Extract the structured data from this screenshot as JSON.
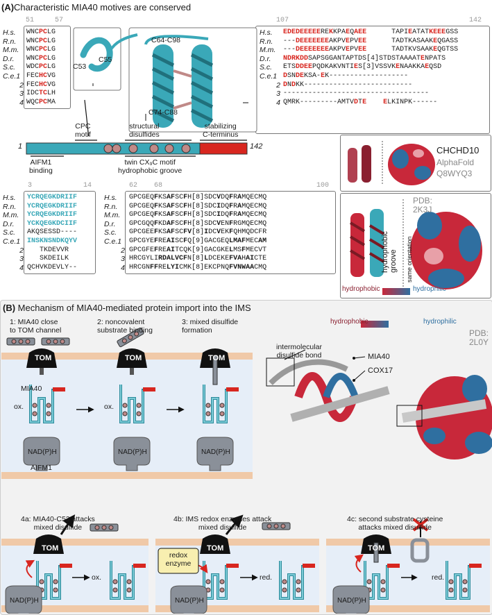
{
  "panelA": {
    "title_letter": "(A)",
    "title": "Characteristic MIA40 motives are conserved",
    "cpc": {
      "start": "51",
      "end": "57",
      "species": [
        "H.s.",
        "R.n.",
        "M.m.",
        "D.r.",
        "S.c.",
        "C.e.1",
        "2",
        "3",
        "4"
      ],
      "seqs": [
        [
          {
            "t": "WNC"
          },
          {
            "t": "PC",
            "c": "r"
          },
          {
            "t": "LG"
          }
        ],
        [
          {
            "t": "WNC"
          },
          {
            "t": "PC",
            "c": "r"
          },
          {
            "t": "LG"
          }
        ],
        [
          {
            "t": "WNC"
          },
          {
            "t": "PC",
            "c": "r"
          },
          {
            "t": "LG"
          }
        ],
        [
          {
            "t": "WNC"
          },
          {
            "t": "PC",
            "c": "r"
          },
          {
            "t": "LG"
          }
        ],
        [
          {
            "t": "WDC"
          },
          {
            "t": "PC",
            "c": "r"
          },
          {
            "t": "LG"
          }
        ],
        [
          {
            "t": "FEC"
          },
          {
            "t": "HC",
            "c": "r"
          },
          {
            "t": "VG"
          }
        ],
        [
          {
            "t": "FEC"
          },
          {
            "t": "HC",
            "c": "r"
          },
          {
            "t": "VG"
          }
        ],
        [
          {
            "t": "IDC"
          },
          {
            "t": "TC",
            "c": "r"
          },
          {
            "t": "LH"
          }
        ],
        [
          {
            "t": "WQC"
          },
          {
            "t": "PC",
            "c": "r"
          },
          {
            "t": "MA"
          }
        ]
      ]
    },
    "struct_labels": {
      "c53": "C53",
      "c55": "C55",
      "c64": "C64-C98",
      "c74": "C74-C88"
    },
    "domain_labels": {
      "cpc": "CPC\nmotif",
      "sd": "structural\ndisulfides",
      "ct": "stabilizing\nC-terminus",
      "aifm": "AIFM1\nbinding",
      "twin": "twin CX₉C motif\nhydrophobic groove",
      "start": "1",
      "end": "142"
    },
    "cterm": {
      "start": "107",
      "end": "142",
      "species": [
        "H.s.",
        "R.n.",
        "M.m.",
        "D.r.",
        "S.c.",
        "C.e.1",
        "2",
        "3",
        "4"
      ],
      "seqs": [
        [
          {
            "t": "EDEDEEEEE",
            "c": "r"
          },
          {
            "t": "RE"
          },
          {
            "t": "K",
            "c": "r"
          },
          {
            "t": "KPA"
          },
          {
            "t": "E",
            "c": "r"
          },
          {
            "t": "Q"
          },
          {
            "t": "AEE",
            "c": "r"
          },
          {
            "t": "      TAPI"
          },
          {
            "t": "E",
            "c": "r"
          },
          {
            "t": "ATAT"
          },
          {
            "t": "K",
            "c": "r"
          },
          {
            "t": "EEE",
            "c": "r"
          },
          {
            "t": "GSS"
          }
        ],
        [
          {
            "t": "---"
          },
          {
            "t": "DEEEEEEE",
            "c": "r"
          },
          {
            "t": "AKPV"
          },
          {
            "t": "E",
            "c": "r"
          },
          {
            "t": "PV"
          },
          {
            "t": "EE",
            "c": "r"
          },
          {
            "t": "      TADTKASAAK"
          },
          {
            "t": "E",
            "c": "r"
          },
          {
            "t": "QGASS"
          }
        ],
        [
          {
            "t": "---"
          },
          {
            "t": "DEEEEEEE",
            "c": "r"
          },
          {
            "t": "AKPV"
          },
          {
            "t": "E",
            "c": "r"
          },
          {
            "t": "PV"
          },
          {
            "t": "EE",
            "c": "r"
          },
          {
            "t": "      TADTKVSAAK"
          },
          {
            "t": "E",
            "c": "r"
          },
          {
            "t": "QGTSS"
          }
        ],
        [
          {
            "t": "NDRKDD",
            "c": "r"
          },
          {
            "t": "SAPSGGANTAPTDS[4]STDSTAAAAT"
          },
          {
            "t": "E",
            "c": "r"
          },
          {
            "t": "NPATS"
          }
        ],
        [
          {
            "t": "ETS"
          },
          {
            "t": "DDEE",
            "c": "r"
          },
          {
            "t": "PQDKAKVNTI"
          },
          {
            "t": "E",
            "c": "r"
          },
          {
            "t": "S[3]VSSVK"
          },
          {
            "t": "E",
            "c": "r"
          },
          {
            "t": "NAAKKA"
          },
          {
            "t": "E",
            "c": "r"
          },
          {
            "t": "QSD"
          }
        ],
        [
          {
            "t": "D",
            "c": "r"
          },
          {
            "t": "SN"
          },
          {
            "t": "DE",
            "c": "r"
          },
          {
            "t": "KSA-"
          },
          {
            "t": "E",
            "c": "r"
          },
          {
            "t": "K-------------------"
          }
        ],
        [
          {
            "t": "D",
            "c": "r"
          },
          {
            "t": "N"
          },
          {
            "t": "D",
            "c": "r"
          },
          {
            "t": "KK--------------------------"
          }
        ],
        [
          {
            "t": "-----------------------------------"
          }
        ],
        [
          {
            "t": "QMRK---------AMTV"
          },
          {
            "t": "D",
            "c": "r"
          },
          {
            "t": "T"
          },
          {
            "t": "E",
            "c": "r"
          },
          {
            "t": "    "
          },
          {
            "t": "E",
            "c": "r"
          },
          {
            "t": "LKINPK------"
          }
        ]
      ]
    },
    "chchd10": {
      "name": "CHCHD10",
      "src": "AlphaFold",
      "id": "Q8WYQ3"
    },
    "aifm": {
      "start": "3",
      "end": "14",
      "species": [
        "H.s.",
        "R.n.",
        "M.m.",
        "D.r.",
        "S.c.",
        "C.e.1",
        "2",
        "3",
        "4"
      ],
      "seqs": [
        [
          {
            "t": "YCRQEGKDRIIF",
            "c": "c"
          }
        ],
        [
          {
            "t": "YCRQEGKDRIIF",
            "c": "c"
          }
        ],
        [
          {
            "t": "YCRQEGKDRIIF",
            "c": "c"
          }
        ],
        [
          {
            "t": "YCKQEGKDCIIF",
            "c": "c"
          }
        ],
        [
          {
            "t": "AKQSESSD----"
          }
        ],
        [
          {
            "t": "INSKNSNDKQYV",
            "c": "c"
          }
        ],
        [
          {
            "t": "   TKDEVVR"
          }
        ],
        [
          {
            "t": "   SKDEILK"
          }
        ],
        [
          {
            "t": "QCHVKDEVLY--"
          }
        ]
      ]
    },
    "twin": {
      "start": "62",
      "mid": "68",
      "end": "100",
      "species": [
        "H.s.",
        "R.n.",
        "M.m.",
        "D.r.",
        "S.c.",
        "C.e.1",
        "2",
        "3",
        "4"
      ],
      "seqs": [
        [
          {
            "t": "GPCGEQ"
          },
          {
            "t": "F",
            "c": "b"
          },
          {
            "t": "KS"
          },
          {
            "t": "AF",
            "c": "b"
          },
          {
            "t": "SC"
          },
          {
            "t": "F",
            "c": "b"
          },
          {
            "t": "H[8]SDC"
          },
          {
            "t": "V",
            "c": "b"
          },
          {
            "t": "DQ"
          },
          {
            "t": "F",
            "c": "b"
          },
          {
            "t": "R"
          },
          {
            "t": "A",
            "c": "b"
          },
          {
            "t": "MQECMQ"
          }
        ],
        [
          {
            "t": "GPCGEQ"
          },
          {
            "t": "F",
            "c": "b"
          },
          {
            "t": "KS"
          },
          {
            "t": "AF",
            "c": "b"
          },
          {
            "t": "SC"
          },
          {
            "t": "F",
            "c": "b"
          },
          {
            "t": "H[8]SDC"
          },
          {
            "t": "I",
            "c": "b"
          },
          {
            "t": "DQ"
          },
          {
            "t": "F",
            "c": "b"
          },
          {
            "t": "R"
          },
          {
            "t": "A",
            "c": "b"
          },
          {
            "t": "MQECMQ"
          }
        ],
        [
          {
            "t": "GPCGEQ"
          },
          {
            "t": "F",
            "c": "b"
          },
          {
            "t": "KS"
          },
          {
            "t": "AF",
            "c": "b"
          },
          {
            "t": "SC"
          },
          {
            "t": "F",
            "c": "b"
          },
          {
            "t": "H[8]SDC"
          },
          {
            "t": "I",
            "c": "b"
          },
          {
            "t": "DQ"
          },
          {
            "t": "F",
            "c": "b"
          },
          {
            "t": "R"
          },
          {
            "t": "A",
            "c": "b"
          },
          {
            "t": "MQECMQ"
          }
        ],
        [
          {
            "t": "GPCGQQ"
          },
          {
            "t": "F",
            "c": "b"
          },
          {
            "t": "KD"
          },
          {
            "t": "AF",
            "c": "b"
          },
          {
            "t": "SC"
          },
          {
            "t": "F",
            "c": "b"
          },
          {
            "t": "H[8]SDC"
          },
          {
            "t": "V",
            "c": "b"
          },
          {
            "t": "EN"
          },
          {
            "t": "F",
            "c": "b"
          },
          {
            "t": "RGMQECMQ"
          }
        ],
        [
          {
            "t": "GPCGEE"
          },
          {
            "t": "F",
            "c": "b"
          },
          {
            "t": "KS"
          },
          {
            "t": "AF",
            "c": "b"
          },
          {
            "t": "SC"
          },
          {
            "t": "FV",
            "c": "b"
          },
          {
            "t": "[8]"
          },
          {
            "t": "I",
            "c": "b"
          },
          {
            "t": "DC"
          },
          {
            "t": "V",
            "c": "b"
          },
          {
            "t": "EK"
          },
          {
            "t": "F",
            "c": "b"
          },
          {
            "t": "QHMQDCFR"
          }
        ],
        [
          {
            "t": "GPCGYE"
          },
          {
            "t": "F",
            "c": "b"
          },
          {
            "t": "RE"
          },
          {
            "t": "AI",
            "c": "b"
          },
          {
            "t": "SC"
          },
          {
            "t": "F",
            "c": "b"
          },
          {
            "t": "Q[9]GACGEQ"
          },
          {
            "t": "LMAF",
            "c": "b"
          },
          {
            "t": "MEC"
          },
          {
            "t": "AM",
            "c": "b"
          }
        ],
        [
          {
            "t": "GPCGFE"
          },
          {
            "t": "F",
            "c": "b"
          },
          {
            "t": "RE"
          },
          {
            "t": "AI",
            "c": "b"
          },
          {
            "t": "TCQK[9]GACGKE"
          },
          {
            "t": "L",
            "c": "b"
          },
          {
            "t": "MS"
          },
          {
            "t": "F",
            "c": "b"
          },
          {
            "t": "MECVT"
          }
        ],
        [
          {
            "t": "HRCGYLI"
          },
          {
            "t": "RD",
            "c": "b"
          },
          {
            "t": "ALVCF",
            "c": "b"
          },
          {
            "t": "N[8]"
          },
          {
            "t": "L",
            "c": "b"
          },
          {
            "t": "DCEKE"
          },
          {
            "t": "FVA",
            "c": "b"
          },
          {
            "t": "H"
          },
          {
            "t": "AI",
            "c": "b"
          },
          {
            "t": "CTE"
          }
        ],
        [
          {
            "t": "HRCGN"
          },
          {
            "t": "FF",
            "c": "b"
          },
          {
            "t": "RE"
          },
          {
            "t": "LYI",
            "c": "b"
          },
          {
            "t": "CMK[8]EKCPNQ"
          },
          {
            "t": "FVNWAA",
            "c": "b"
          },
          {
            "t": "CMQ"
          }
        ]
      ]
    },
    "groove": {
      "groove": "hydrophobic\ngroove",
      "orient": "same orientation",
      "pdb": "PDB:\n2K3J",
      "scale_left": "hydrophobic",
      "scale_right": "hydrophilic"
    }
  },
  "panelB": {
    "title_letter": "(B)",
    "title": "Mechanism of MIA40-mediated protein import into the IMS",
    "steps": {
      "s1": "1: MIA40 close\nto TOM channel",
      "s2": "2: noncovalent\nsubstrate binding",
      "s3": "3: mixed disulfide\nformation",
      "s4a": "4a: MIA40-C53 attacks\nmixed disulfide",
      "s4b": "4b: IMS redox enzymes attack\nmixed disulfide",
      "s4c": "4c: second substrate cysteine\nattacks mixed disulfide"
    },
    "labels": {
      "tom": "TOM",
      "mia40": "MIA40",
      "ox": "ox.",
      "red": "red.",
      "nadph": "NAD(P)H",
      "aifm1": "AIFM1",
      "redox": "redox\nenzyme"
    },
    "structure": {
      "scale_left": "hydrophobic",
      "scale_right": "hydrophilic",
      "pdb": "PDB:\n2L0Y",
      "inter": "intermolecular\ndisulfide bond",
      "mia40": "MIA40",
      "cox17": "COX17"
    }
  },
  "colors": {
    "teal": "#3aa8b8",
    "red": "#d8261f",
    "mauve": "#c08a88",
    "gray": "#8a9099",
    "membrane": "#f0c9a8",
    "ims": "#e6eef8"
  }
}
